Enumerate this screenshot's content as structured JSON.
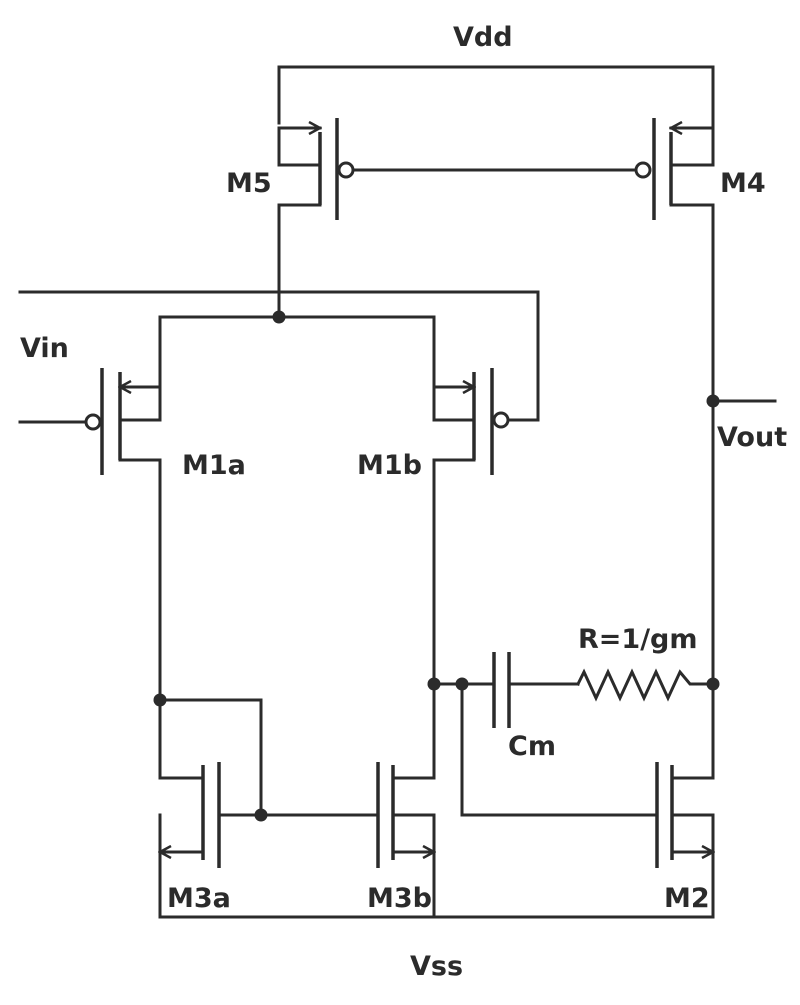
{
  "colors": {
    "ink": "#2b2b2b",
    "background": "#ffffff"
  },
  "labels": {
    "vdd": "Vdd",
    "vss": "Vss",
    "vin": "Vin",
    "vout": "Vout",
    "m5": "M5",
    "m4": "M4",
    "m1a": "M1a",
    "m1b": "M1b",
    "m3a": "M3a",
    "m3b": "M3b",
    "m2": "M2",
    "cm": "Cm",
    "resistor": "R=1/gm"
  }
}
